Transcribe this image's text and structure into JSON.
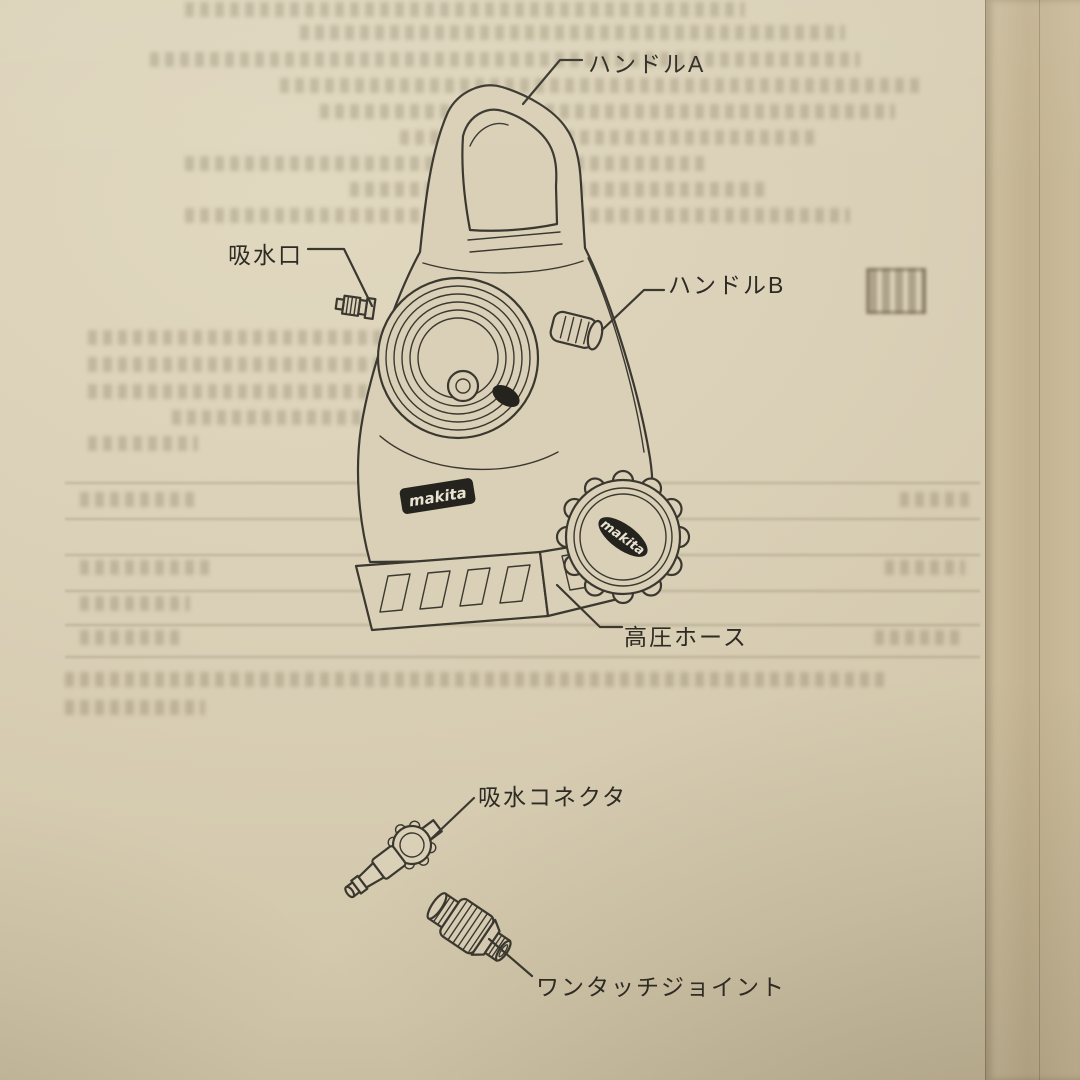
{
  "page": {
    "kind": "instruction-manual-parts-diagram",
    "brand_logo": "makita"
  },
  "labels": [
    {
      "name": "handle-a",
      "text": "ハンドルA"
    },
    {
      "name": "intake-port",
      "text": "吸水口"
    },
    {
      "name": "handle-b",
      "text": "ハンドルB"
    },
    {
      "name": "high-pressure-hose",
      "text": "高圧ホース"
    },
    {
      "name": "intake-connector",
      "text": "吸水コネクタ"
    },
    {
      "name": "one-touch-joint",
      "text": "ワンタッチジョイント"
    }
  ],
  "colors": {
    "paper": "#dad0b7",
    "page_edge": "#c2b291",
    "ink": "#3b382f"
  }
}
